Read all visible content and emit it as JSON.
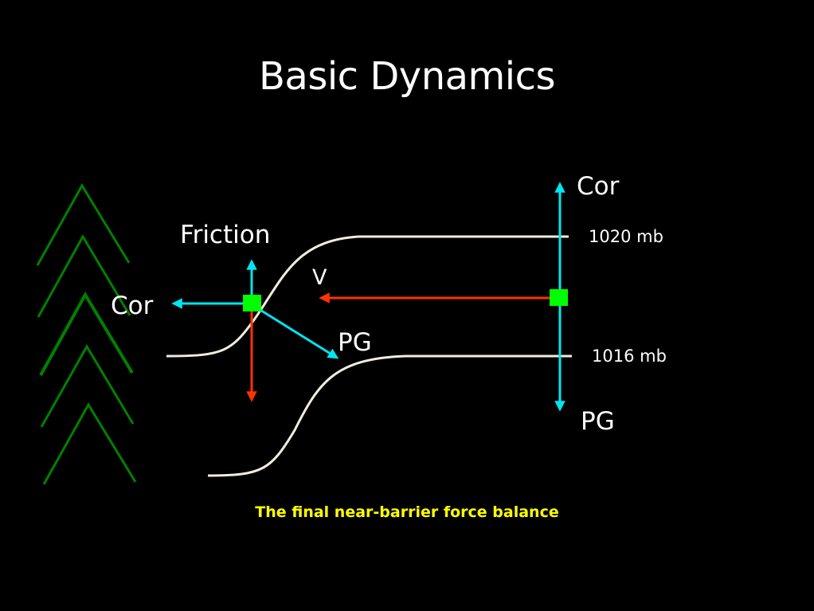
{
  "slide": {
    "title": "Basic Dynamics",
    "caption": "The final near-barrier force balance"
  },
  "diagram": {
    "barrier": {
      "description": "mountain barrier chevrons",
      "count": 5,
      "color": "#008000"
    },
    "isobars": [
      {
        "label": "1020 mb",
        "color": "#f0ece0"
      },
      {
        "label": "1016 mb",
        "color": "#f0ece0"
      }
    ],
    "near_barrier_parcel": {
      "color": "#00ff00",
      "forces": [
        {
          "label": "Friction",
          "direction": "up",
          "color": "#00e5ee"
        },
        {
          "label": "Cor",
          "direction": "left",
          "color": "#00e5ee"
        },
        {
          "label": "PG",
          "direction": "down-right",
          "color": "#00e5ee"
        }
      ],
      "velocity": {
        "direction": "down",
        "color": "#ff3300"
      }
    },
    "far_parcel": {
      "color": "#00ff00",
      "forces": [
        {
          "label": "Cor",
          "direction": "up",
          "color": "#00e5ee"
        },
        {
          "label": "PG",
          "direction": "down",
          "color": "#00e5ee"
        }
      ],
      "velocity": {
        "label": "V",
        "direction": "left",
        "color": "#ff3300"
      }
    }
  }
}
